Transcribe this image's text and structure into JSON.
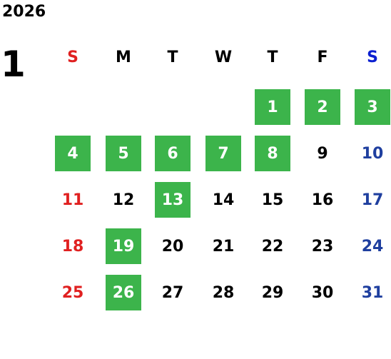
{
  "calendar": {
    "year": "2026",
    "month": "1",
    "weekdays": [
      "S",
      "M",
      "T",
      "W",
      "T",
      "F",
      "S"
    ],
    "colors": {
      "holiday_bg": "#3cb44b",
      "sunday_header": "#e02020",
      "saturday_header": "#0b1fd0",
      "sunday_date": "#e02020",
      "saturday_date": "#1f3f9f",
      "weekday": "#000000"
    },
    "weeks": [
      [
        null,
        null,
        null,
        null,
        {
          "day": "1",
          "holiday": true
        },
        {
          "day": "2",
          "holiday": true
        },
        {
          "day": "3",
          "holiday": true
        }
      ],
      [
        {
          "day": "4",
          "holiday": true
        },
        {
          "day": "5",
          "holiday": true
        },
        {
          "day": "6",
          "holiday": true
        },
        {
          "day": "7",
          "holiday": true
        },
        {
          "day": "8",
          "holiday": true
        },
        {
          "day": "9",
          "holiday": false
        },
        {
          "day": "10",
          "holiday": false
        }
      ],
      [
        {
          "day": "11",
          "holiday": false
        },
        {
          "day": "12",
          "holiday": false
        },
        {
          "day": "13",
          "holiday": true
        },
        {
          "day": "14",
          "holiday": false
        },
        {
          "day": "15",
          "holiday": false
        },
        {
          "day": "16",
          "holiday": false
        },
        {
          "day": "17",
          "holiday": false
        }
      ],
      [
        {
          "day": "18",
          "holiday": false
        },
        {
          "day": "19",
          "holiday": true
        },
        {
          "day": "20",
          "holiday": false
        },
        {
          "day": "21",
          "holiday": false
        },
        {
          "day": "22",
          "holiday": false
        },
        {
          "day": "23",
          "holiday": false
        },
        {
          "day": "24",
          "holiday": false
        }
      ],
      [
        {
          "day": "25",
          "holiday": false
        },
        {
          "day": "26",
          "holiday": true
        },
        {
          "day": "27",
          "holiday": false
        },
        {
          "day": "28",
          "holiday": false
        },
        {
          "day": "29",
          "holiday": false
        },
        {
          "day": "30",
          "holiday": false
        },
        {
          "day": "31",
          "holiday": false
        }
      ]
    ]
  }
}
